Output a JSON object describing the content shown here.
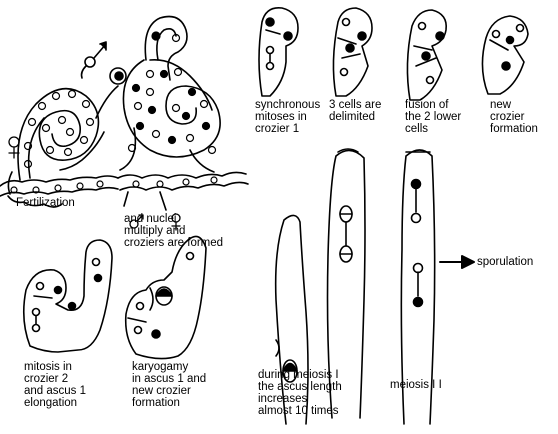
{
  "labels": {
    "fertilization": "Fertilization",
    "nuclei_multiply": "and     nuclei\nmultiply and\ncroziers are formed",
    "synchronous_mitoses": "synchronous\nmitoses in\ncrozier 1",
    "cells_delimited": "3 cells are\ndelimited",
    "fusion_lower": "fusion of\nthe 2 lower\ncells",
    "new_crozier_formation": "new\ncrozier\nformation",
    "sporulation": "sporulation",
    "mitosis_crozier2": "mitosis in\ncrozier 2\nand ascus 1\nelongation",
    "karyogamy": "karyogamy\nin ascus 1 and\nnew crozier\nformation",
    "meiosis_one": "during meiosis I\nthe ascus length\nincreases\nalmost 10 times",
    "meiosis_two": "meiosis I I"
  },
  "colors": {
    "ink": "#000000",
    "paper": "#ffffff"
  }
}
